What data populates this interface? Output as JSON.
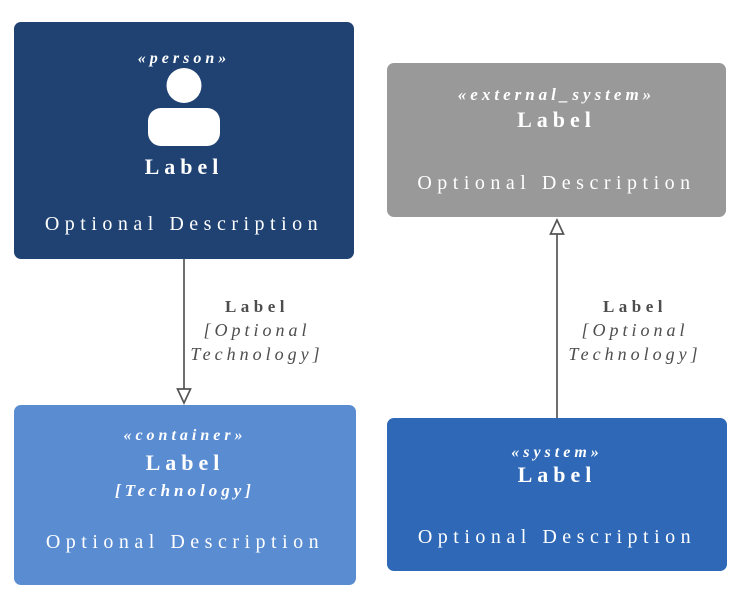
{
  "diagram": {
    "type": "c4-model-legend",
    "background": "#FFFFFF",
    "nodes": {
      "person": {
        "stereotype": "«person»",
        "label": "Label",
        "description": "Optional Description",
        "icon": "person-icon",
        "color": "#1F4272",
        "text_color": "#FFFFFF"
      },
      "external_system": {
        "stereotype": "«external_system»",
        "label": "Label",
        "description": "Optional Description",
        "color": "#999999",
        "text_color": "#FFFFFF"
      },
      "container": {
        "stereotype": "«container»",
        "label": "Label",
        "technology": "[Technology]",
        "description": "Optional Description",
        "color": "#5A8CD2",
        "text_color": "#FFFFFF"
      },
      "system": {
        "stereotype": "«system»",
        "label": "Label",
        "description": "Optional Description",
        "color": "#2E68B6",
        "text_color": "#FFFFFF"
      }
    },
    "edges": {
      "person_to_container": {
        "label": "Label",
        "tech_line1": "[Optional",
        "tech_line2": "Technology]",
        "direction": "down",
        "arrowhead": "hollow-triangle"
      },
      "system_to_external_system": {
        "label": "Label",
        "tech_line1": "[Optional",
        "tech_line2": "Technology]",
        "direction": "up",
        "arrowhead": "hollow-triangle"
      }
    },
    "colors": {
      "arrow_line": "#555555",
      "edge_label_text": "#4D4D4D"
    }
  }
}
